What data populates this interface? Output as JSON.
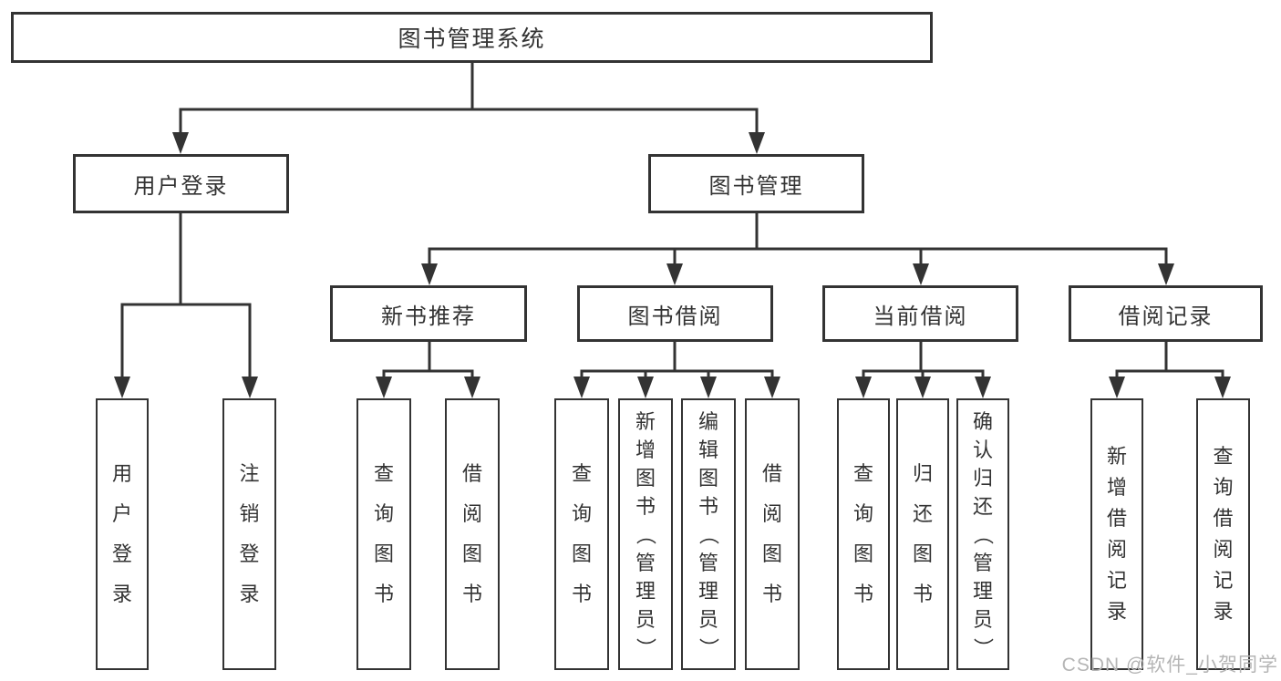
{
  "diagram": {
    "title": "图书管理系统",
    "branches": {
      "user_login": {
        "label": "用户登录",
        "leaves": {
          "login": "用户登录",
          "logout": "注销登录"
        }
      },
      "book_mgmt": {
        "label": "图书管理",
        "sections": {
          "new_books": {
            "label": "新书推荐",
            "leaves": {
              "query": "查询图书",
              "borrow": "借阅图书"
            }
          },
          "borrowing": {
            "label": "图书借阅",
            "leaves": {
              "query": "查询图书",
              "add": "新增图书（管理员）",
              "edit": "编辑图书（管理员）",
              "borrow": "借阅图书"
            }
          },
          "current": {
            "label": "当前借阅",
            "leaves": {
              "query": "查询图书",
              "return": "归还图书",
              "confirm": "确认归还（管理员）"
            }
          },
          "records": {
            "label": "借阅记录",
            "leaves": {
              "add": "新增借阅记录",
              "query": "查询借阅记录"
            }
          }
        }
      }
    }
  },
  "watermark": {
    "text": "CSDN @软件_小贺同学"
  },
  "colors": {
    "line": "#333333",
    "box_border": "#333333",
    "text": "#333333",
    "watermark": "#b5b5b5",
    "background": "#ffffff"
  }
}
